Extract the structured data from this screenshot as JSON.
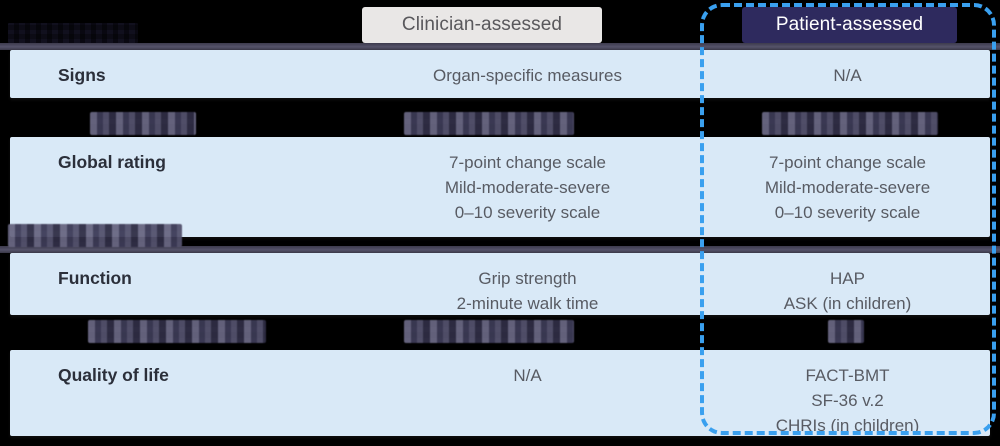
{
  "figure": {
    "title_obscured": "",
    "background_color": "#000000",
    "row_color": "#d9e9f7",
    "accent_highlight_color": "#3aa0ef",
    "patient_pill_color": "#2e2a5e",
    "clinician_pill_color": "#e9e7e6"
  },
  "header": {
    "label_column": "",
    "clinician": "Clinician-assessed",
    "patient": "Patient-assessed"
  },
  "rows": [
    {
      "label": "Signs",
      "clinician": [
        "Organ-specific measures"
      ],
      "patient": [
        "N/A"
      ]
    },
    {
      "label": "Global rating",
      "clinician": [
        "7-point change scale",
        "Mild-moderate-severe",
        "0–10 severity scale"
      ],
      "patient": [
        "7-point change scale",
        "Mild-moderate-severe",
        "0–10 severity scale"
      ]
    },
    {
      "label": "Function",
      "clinician": [
        "Grip strength",
        "2-minute walk time"
      ],
      "patient": [
        "HAP",
        "ASK (in children)"
      ]
    },
    {
      "label": "Quality of life",
      "clinician": [
        "N/A"
      ],
      "patient": [
        "FACT-BMT",
        "SF-36 v.2",
        "CHRIs (in children)"
      ]
    }
  ],
  "redacted_bands": [
    {
      "label": "",
      "clinician": "",
      "patient": ""
    },
    {
      "label": "",
      "clinician": "",
      "patient": ""
    },
    {
      "label": "",
      "clinician": "",
      "patient": ""
    }
  ],
  "highlight": {
    "target_column": "Patient-assessed",
    "style": "dashed rounded rectangle"
  }
}
